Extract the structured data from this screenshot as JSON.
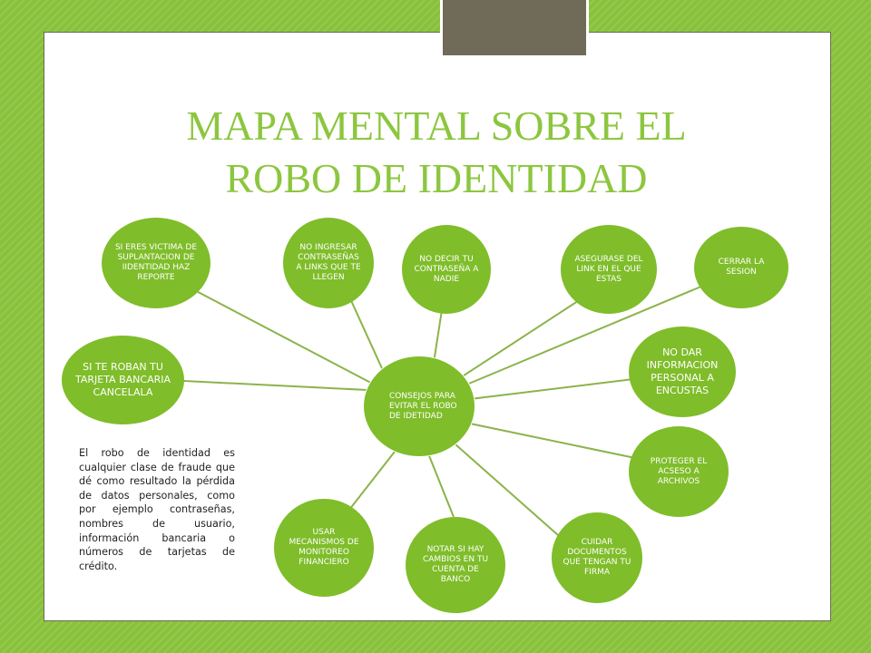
{
  "slide": {
    "title_line1": "MAPA MENTAL SOBRE EL",
    "title_line2": "ROBO DE IDENTIDAD"
  },
  "colors": {
    "background": "#8dc63f",
    "node_fill": "#7fbd2a",
    "title_color": "#8cc63f",
    "link_color": "#8cb34a",
    "tab_color": "#706a59"
  },
  "mindmap": {
    "center": "CONSEJOS PARA EVITAR EL ROBO DE IDETIDAD",
    "branches": [
      "SI ERES VICTIMA DE SUPLANTACION DE IIDENTIDAD HAZ REPORTE",
      "NO INGRESAR CONTRASEÑAS A LINKS QUE TE LLEGEN",
      "NO DECIR TU CONTRASEÑA A NADIE",
      "ASEGURASE DEL LINK EN EL QUE ESTAS",
      "CERRAR LA SESION",
      "NO DAR INFORMACION PERSONAL A ENCUSTAS",
      "PROTEGER EL ACSESO A ARCHIVOS",
      "CUIDAR DOCUMENTOS QUE TENGAN TU FIRMA",
      "NOTAR SI HAY CAMBIOS EN TU CUENTA DE BANCO",
      "USAR MECANISMOS DE MONITOREO FINANCIERO",
      "SI TE ROBAN TU TARJETA BANCARIA CANCELALA"
    ]
  },
  "description": "El robo de identidad es cualquier clase de fraude que dé como resultado la pérdida de datos personales, como por ejemplo contraseñas, nombres de usuario, información bancaria o números de tarjetas de crédito."
}
